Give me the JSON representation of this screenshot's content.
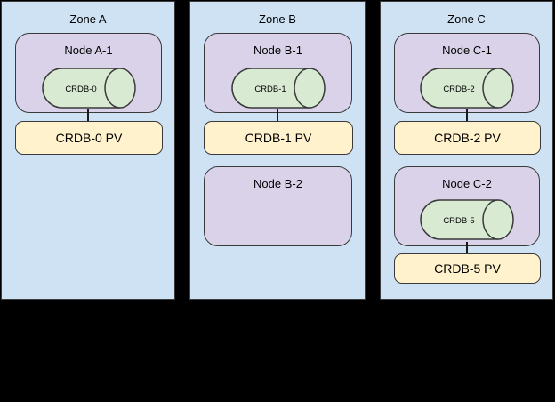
{
  "colors": {
    "canvas_bg": "#000000",
    "zone_fill": "#cfe2f3",
    "zone_border": "#3c3c3c",
    "node_fill": "#d9d2e9",
    "cylinder_fill": "#d9ead3",
    "pv_fill": "#fff2cc",
    "shape_border": "#3a3a3a",
    "line_color": "#1a1a1a"
  },
  "zones": [
    {
      "title": "Zone A",
      "nodes": [
        {
          "label": "Node A-1",
          "pod": "CRDB-0",
          "pv": "CRDB-0 PV"
        }
      ]
    },
    {
      "title": "Zone B",
      "nodes": [
        {
          "label": "Node B-1",
          "pod": "CRDB-1",
          "pv": "CRDB-1 PV"
        },
        {
          "label": "Node B-2"
        }
      ]
    },
    {
      "title": "Zone C",
      "nodes": [
        {
          "label": "Node C-1",
          "pod": "CRDB-2",
          "pv": "CRDB-2 PV"
        },
        {
          "label": "Node C-2",
          "pod": "CRDB-5",
          "pv": "CRDB-5 PV"
        }
      ]
    }
  ]
}
